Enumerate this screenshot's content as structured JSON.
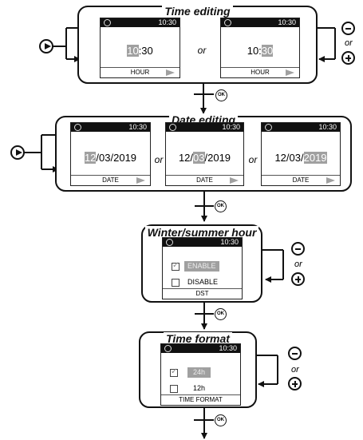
{
  "time_editing": {
    "title": "Time editing",
    "screen_time": "10:30",
    "hour_highlight": "10",
    "hour_rest": ":30",
    "minute_prefix": "10:",
    "minute_highlight": "30",
    "footer": "HOUR",
    "or_text": "or",
    "side_or": "or"
  },
  "date_editing": {
    "title": "Date editing",
    "screen_time": "10:30",
    "day_highlight": "12",
    "day_rest": "/03/2019",
    "month_prefix": "12/",
    "month_highlight": "03",
    "month_rest": "/2019",
    "year_prefix": "12/03/",
    "year_highlight": "2019",
    "footer": "DATE",
    "or_text": "or"
  },
  "dst": {
    "title": "Winter/summer hour",
    "screen_time": "10:30",
    "option_1": "ENABLE",
    "option_2": "DISABLE",
    "footer": "DST",
    "side_or": "or"
  },
  "time_format": {
    "title": "Time format",
    "screen_time": "10:30",
    "option_1": "24h",
    "option_2": "12h",
    "footer": "TIME FORMAT",
    "side_or": "or"
  },
  "ok_label": "OK",
  "icons": [
    "play-button-icon",
    "minus-button-icon",
    "plus-button-icon",
    "ok-button-icon",
    "clock-icon",
    "checkbox-icon"
  ]
}
